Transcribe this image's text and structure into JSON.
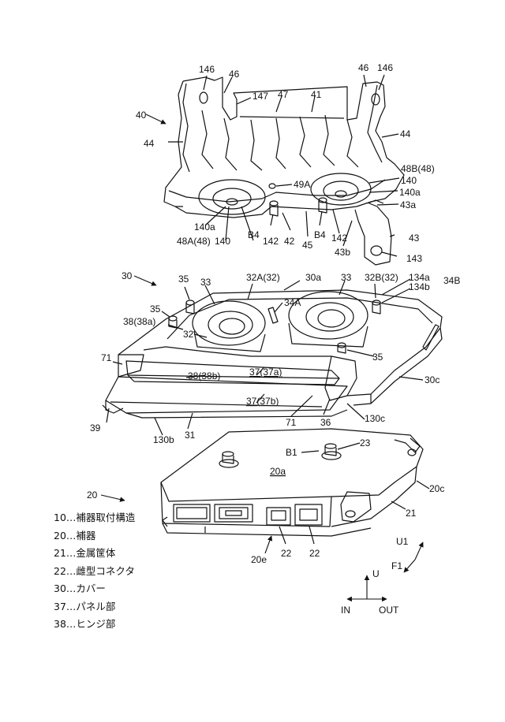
{
  "parts": {
    "bracket": {
      "number": "40",
      "labels": {
        "l146_left": "146",
        "l46_left": "46",
        "l46_right": "46",
        "l146_right": "146",
        "l147": "147",
        "l47": "47",
        "l41": "41",
        "l44_left": "44",
        "l44_right": "44",
        "l48B": "48B(48)",
        "l140_right": "140",
        "l49A": "49A",
        "l140a_right": "140a",
        "l43a": "43a",
        "l140a_left": "140a",
        "l48A": "48A(48)",
        "l140_left": "140",
        "lB4_left": "B4",
        "l142_left": "142",
        "l42": "42",
        "lB4_right": "B4",
        "l142_right": "142",
        "l45": "45",
        "l43b": "43b",
        "l43": "43",
        "l143": "143"
      }
    },
    "cover": {
      "number": "30",
      "labels": {
        "l35_top": "35",
        "l33_left": "33",
        "l32A": "32A(32)",
        "l30a": "30a",
        "l33_right": "33",
        "l32B": "32B(32)",
        "l134a": "134a",
        "l134b": "134b",
        "l34B": "34B",
        "l35_left": "35",
        "l38": "38(38a)",
        "l34A": "34A",
        "l32": "32",
        "l35_right": "35",
        "l71_left": "71",
        "l38b": "38(38b)",
        "l37a": "37(37a)",
        "l30c": "30c",
        "l37b": "37(37b)",
        "l130c": "130c",
        "l39": "39",
        "l71_bottom": "71",
        "l36": "36",
        "l130b": "130b",
        "l31": "31"
      }
    },
    "device": {
      "number": "20",
      "labels": {
        "l23": "23",
        "lB1": "B1",
        "l20a": "20a",
        "l20c": "20c",
        "l21": "21",
        "l22_left": "22",
        "l22_right": "22",
        "l20e": "20e"
      }
    }
  },
  "directions": {
    "U1": "U1",
    "F1": "F1",
    "U": "U",
    "IN": "IN",
    "OUT": "OUT"
  },
  "legend": [
    "10…補器取付構造",
    "20…補器",
    "21…金属筐体",
    "22…雌型コネクタ",
    "30…カバー",
    "37…パネル部",
    "38…ヒンジ部"
  ]
}
